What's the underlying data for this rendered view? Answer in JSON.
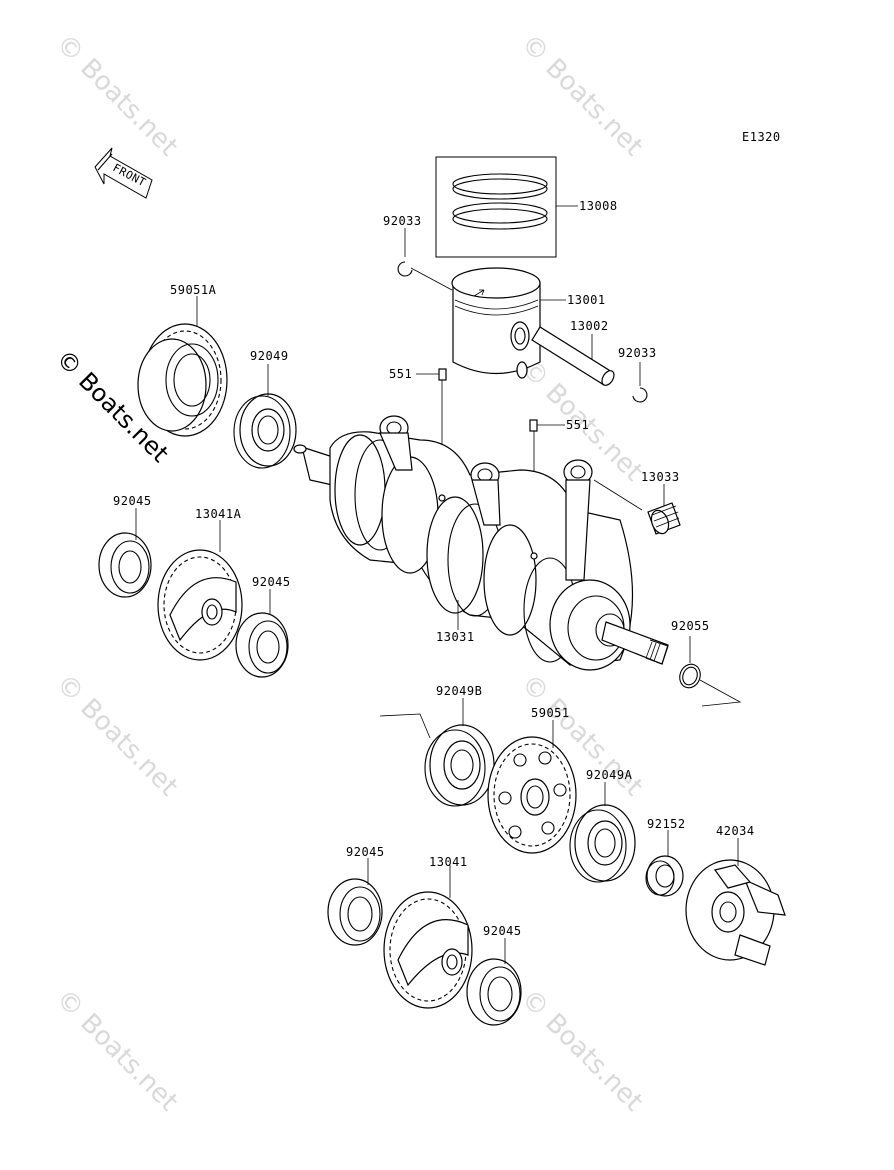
{
  "diagram_code": "E1320",
  "front_label": "FRONT",
  "watermark_text": "© Boats.net",
  "main_watermark_text": "© Boats.net",
  "parts": {
    "p13008": "13008",
    "p92033a": "92033",
    "p13001": "13001",
    "p13002": "13002",
    "p92033b": "92033",
    "p551a": "551",
    "p551b": "551",
    "p59051A": "59051A",
    "p92049": "92049",
    "p13033": "13033",
    "p92045a": "92045",
    "p13041A": "13041A",
    "p92045b": "92045",
    "p13031": "13031",
    "p92055": "92055",
    "p92049B": "92049B",
    "p59051": "59051",
    "p92049A": "92049A",
    "p92152": "92152",
    "p42034": "42034",
    "p92045c": "92045",
    "p13041": "13041",
    "p92045d": "92045"
  }
}
